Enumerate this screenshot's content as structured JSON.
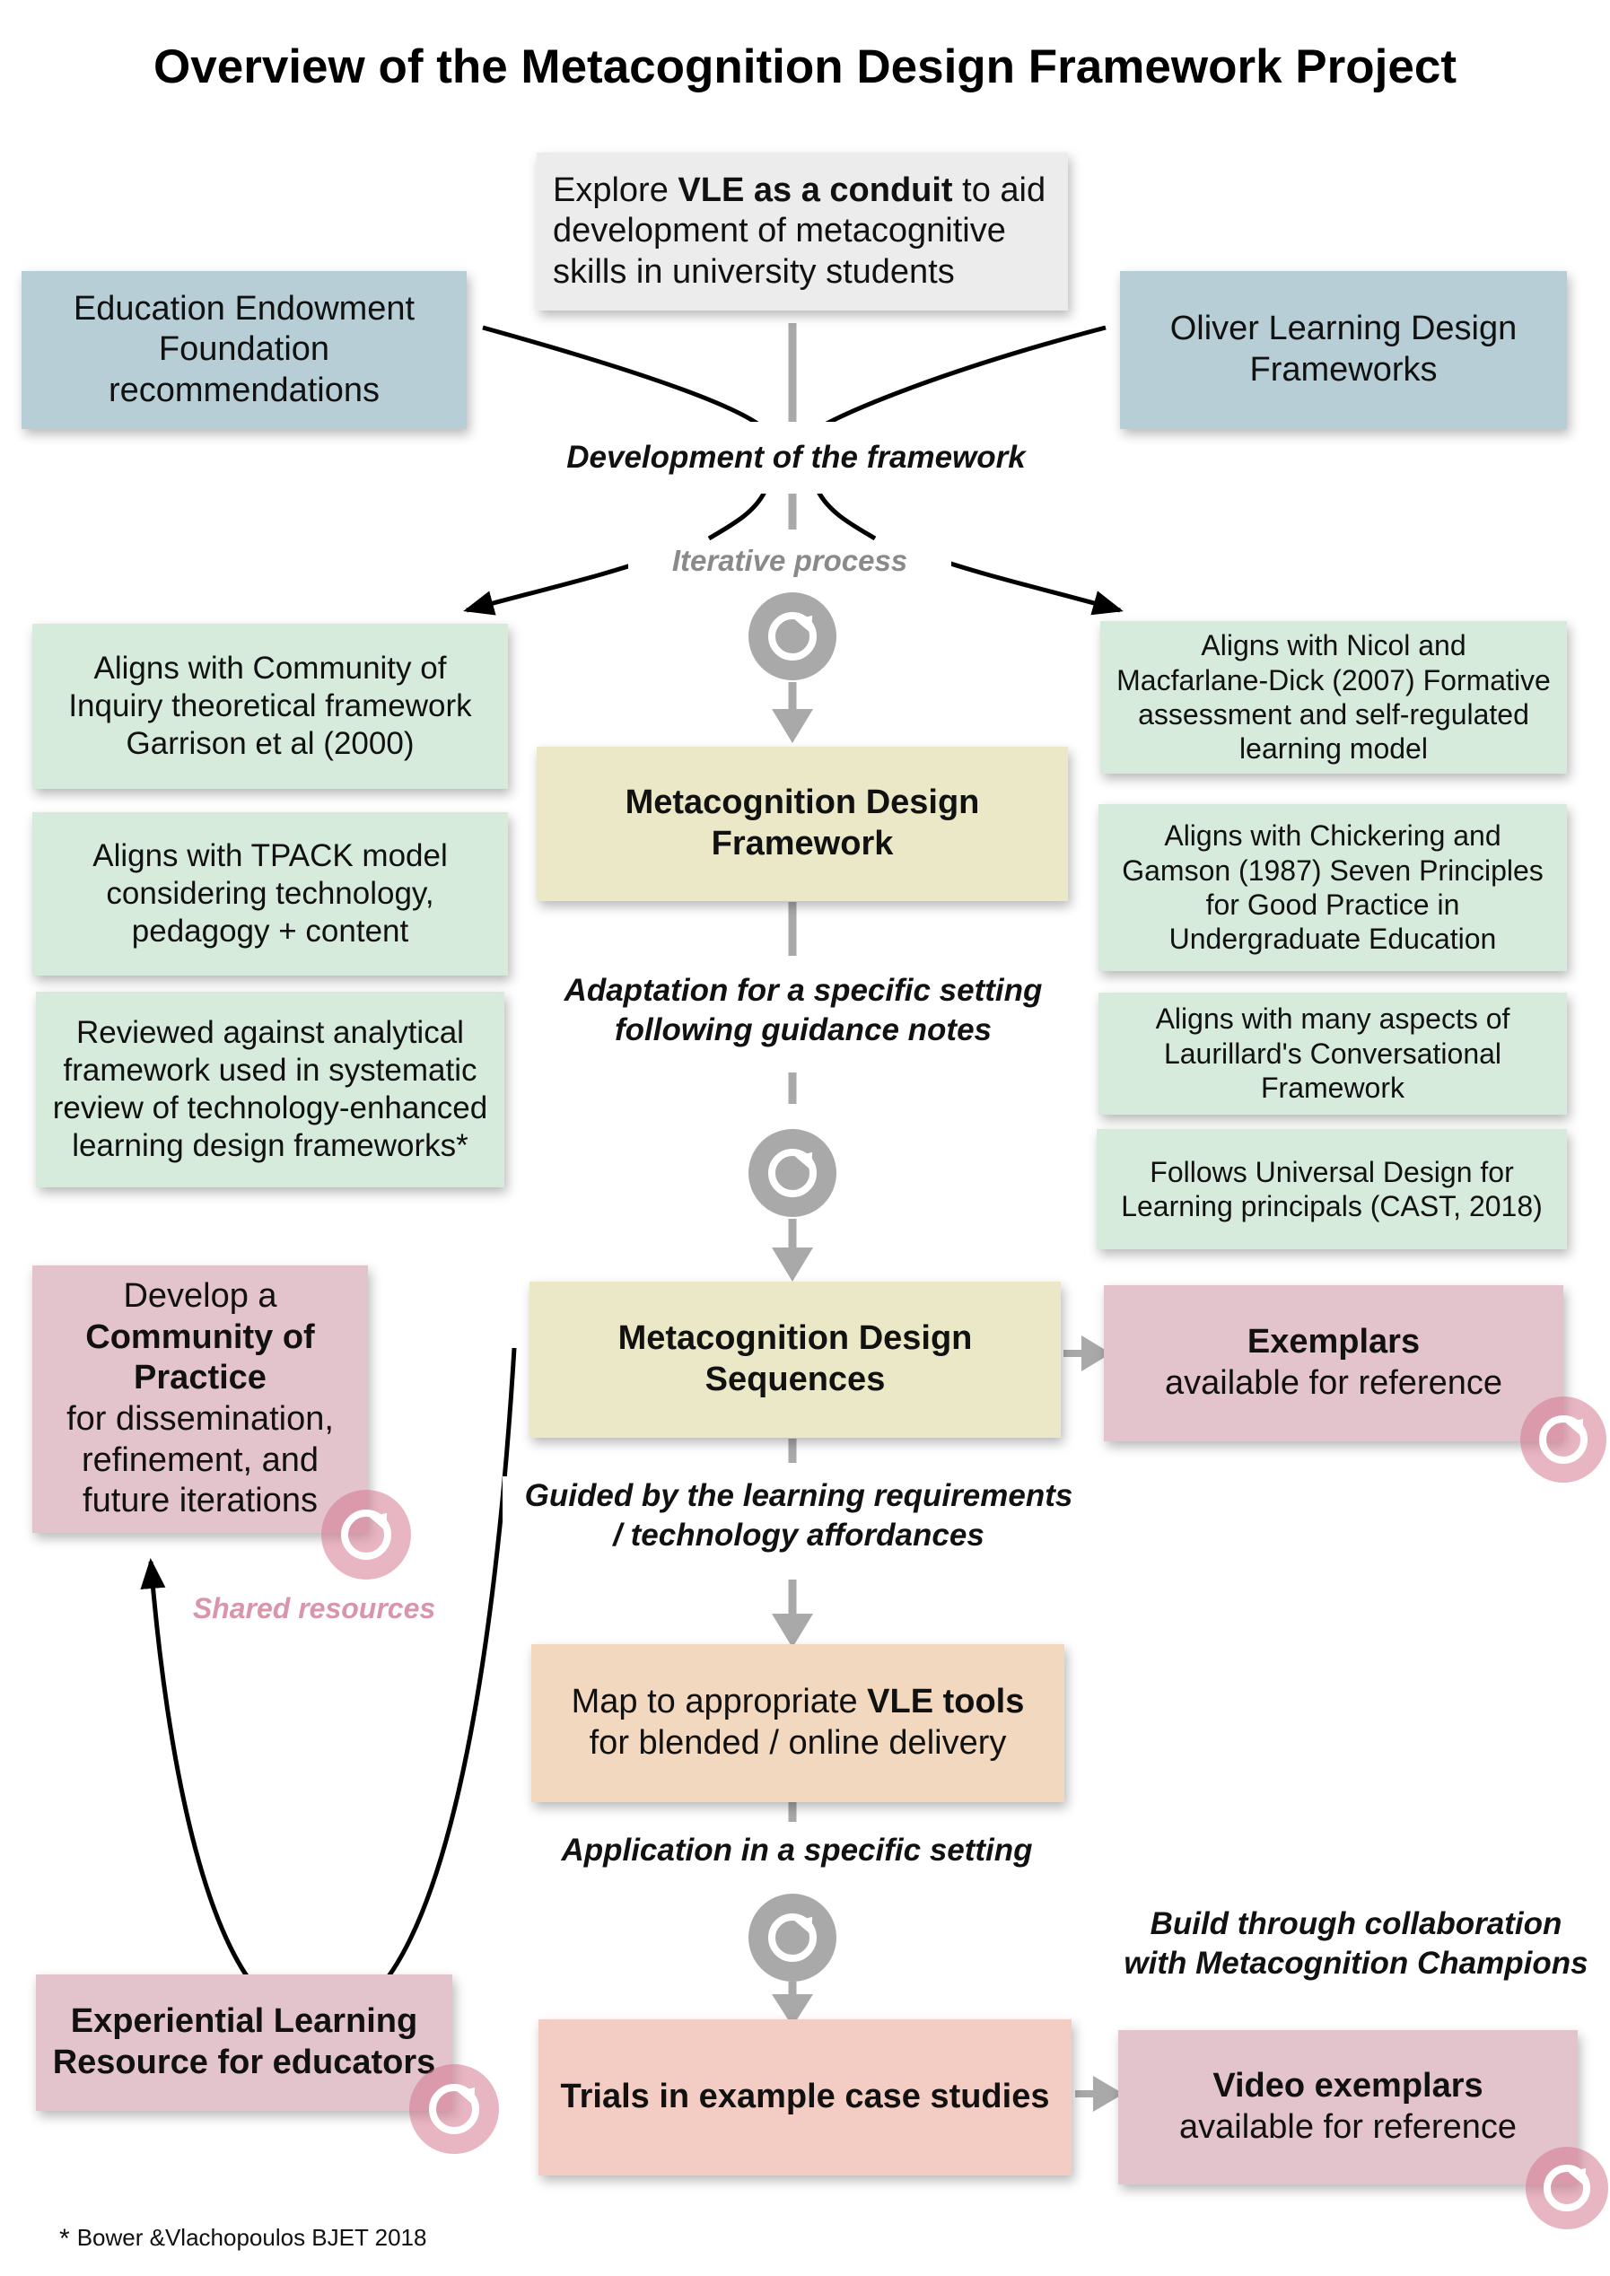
{
  "title": "Overview of the Metacognition Design Framework Project",
  "boxes": {
    "explore": {
      "pre": "Explore ",
      "bold": "VLE as a conduit",
      "post": " to aid development of metacognitive skills in university students"
    },
    "eef": {
      "lines": [
        "Education Endowment",
        "Foundation",
        "recommendations"
      ]
    },
    "oliver": {
      "lines": [
        "Oliver Learning Design",
        "Frameworks"
      ]
    },
    "coi": {
      "lines": [
        "Aligns with Community of",
        "Inquiry theoretical framework",
        "Garrison et al (2000)"
      ]
    },
    "tpack": {
      "lines": [
        "Aligns with TPACK model",
        "considering technology,",
        "pedagogy + content"
      ]
    },
    "reviewed": {
      "lines": [
        "Reviewed against analytical",
        "framework used in systematic",
        "review of technology-enhanced",
        "learning design frameworks*"
      ]
    },
    "nicol": {
      "lines": [
        "Aligns with Nicol and",
        "Macfarlane-Dick (2007) Formative",
        "assessment and self-regulated",
        "learning model"
      ]
    },
    "chickering": {
      "lines": [
        "Aligns with Chickering and",
        "Gamson (1987) Seven Principles",
        "for Good Practice in",
        "Undergraduate Education"
      ]
    },
    "laurillard": {
      "lines": [
        "Aligns with many aspects of",
        "Laurillard's Conversational",
        "Framework"
      ]
    },
    "udl": {
      "lines": [
        "Follows Universal Design for",
        "Learning principals (CAST, 2018)"
      ]
    },
    "mdf": {
      "lines": [
        "Metacognition Design",
        "Framework"
      ]
    },
    "mds": {
      "lines": [
        "Metacognition Design",
        "Sequences"
      ]
    },
    "exemplars": {
      "bold": "Exemplars",
      "rest": "available for reference"
    },
    "community": {
      "l1": "Develop a",
      "bold1": "Community of",
      "bold2": "Practice",
      "rest": [
        "for dissemination,",
        "refinement, and",
        "future iterations"
      ]
    },
    "map": {
      "pre": "Map to appropriate ",
      "bold": "VLE tools",
      "line2": "for blended / online delivery"
    },
    "experiential": {
      "lines": [
        "Experiential Learning",
        "Resource for educators"
      ]
    },
    "trials": {
      "text": "Trials in example case studies"
    },
    "video": {
      "bold": "Video exemplars",
      "rest": "available for reference"
    }
  },
  "labels": {
    "development": "Development of the framework",
    "iterative": "Iterative process",
    "adaptation": [
      "Adaptation for a specific setting",
      "following guidance notes"
    ],
    "guided": [
      "Guided by the learning requirements",
      "/ technology affordances"
    ],
    "application": "Application in a specific setting",
    "build": [
      "Build through collaboration",
      "with Metacognition Champions"
    ],
    "shared": "Shared resources"
  },
  "footnote": {
    "star": "*",
    "text": "Bower &Vlachopoulos BJET 2018"
  },
  "colors": {
    "grey_box": "#ececec",
    "blue_box": "#b7ced6",
    "green_box": "#d7ebdc",
    "yellow_box": "#ebe8c8",
    "pink_box": "#e3c4cc",
    "peach_box": "#f1d8bf",
    "salmon_box": "#f3cdc3",
    "connector_grey": "#a9a9a9",
    "accent_pink": "#d996aa"
  },
  "icons": [
    "cycle-icon"
  ]
}
